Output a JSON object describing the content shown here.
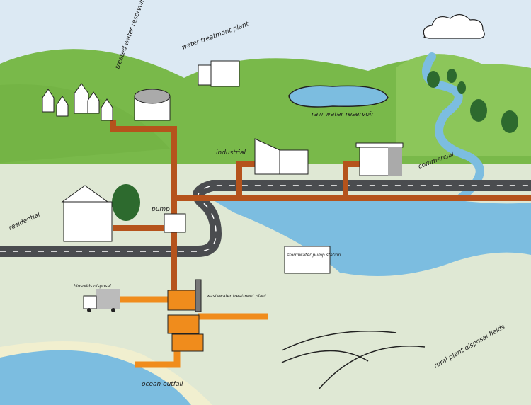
{
  "labels": {
    "water_treatment_plant": "water treatment plant",
    "treated_water_reservoir": "treated water reservoir",
    "raw_water_reservoir": "raw water reservoir",
    "industrial": "industrial",
    "commercial": "commercial",
    "residential": "residential",
    "pump": "pump",
    "stormwater_pump_station": "stormwater pump station",
    "biosolids_disposal": "biosolids disposal",
    "wastewater_treatment_plant": "wastewater treatment plant",
    "ocean_outfall": "ocean outfall",
    "rural_disposal_fields": "rural plant disposal fields"
  },
  "colors": {
    "sky": "#dce9f3",
    "hill": "#79b94a",
    "hill_light": "#8cc65a",
    "land": "#dfe8d4",
    "water": "#7cbde0",
    "pipe_supply": "#b5531c",
    "pipe_waste": "#f08c1c",
    "road": "#4a4c4f",
    "sand": "#f1efcf"
  }
}
